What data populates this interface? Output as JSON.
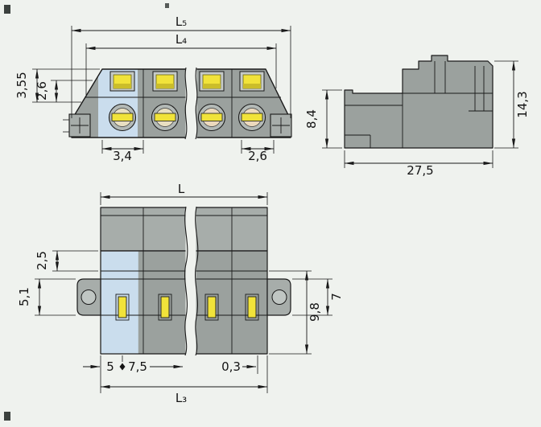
{
  "drawing": {
    "type": "technical-dimension-drawing",
    "subject": "multi-pole connector with mounting flanges",
    "views": {
      "front": {
        "label": "front-view",
        "dimensions": {
          "overall_width_l5": "L₅",
          "inner_width_l4": "L₄",
          "height_355": "3,55",
          "height_26": "2,6",
          "pitch_34": "3,4",
          "offset_26": "2,6"
        }
      },
      "side": {
        "label": "side-view",
        "dimensions": {
          "height_84": "8,4",
          "height_143": "14,3",
          "depth_275": "27,5"
        }
      },
      "plan": {
        "label": "plan-view",
        "dimensions": {
          "overall_length_l": "L",
          "offset_25": "2,5",
          "flange_width_51": "5,1",
          "flange_width_7": "7",
          "depth_98": "9,8",
          "offset_5": "5",
          "pitch_75": "7,5",
          "offset_03": "0,3",
          "length_l3": "L₃"
        }
      }
    },
    "colors": {
      "background": "#eff2ee",
      "body_gray": "#9ba19e",
      "band_gray": "#a7adaa",
      "accent_yellow": "#f1e33a",
      "accent_blue": "#cadded",
      "screw_cream": "#e8dfc2",
      "line": "#1a1a1a"
    }
  }
}
